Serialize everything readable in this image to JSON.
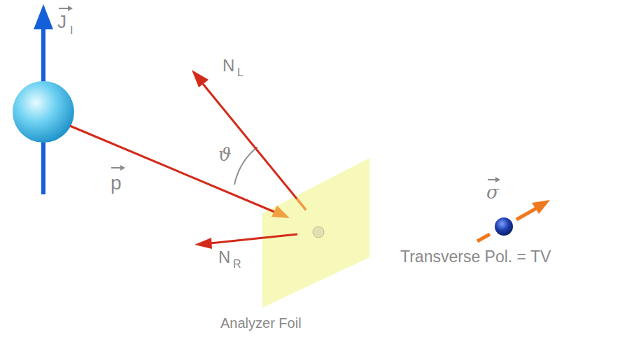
{
  "diagram": {
    "labels": [
      "J",
      "I",
      "p",
      "N",
      "L",
      "ϑ",
      "N",
      "R",
      "Analyzer Foil",
      "σ",
      "Transverse Pol. = TV"
    ]
  }
}
